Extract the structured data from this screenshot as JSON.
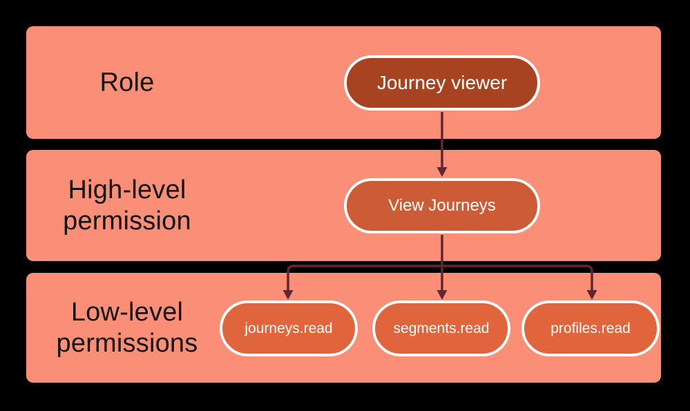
{
  "colors": {
    "background": "#000000",
    "band": "#fb8e76",
    "band_text": "#131313",
    "role_node_fill": "#a74320",
    "high_node_fill": "#cd5b35",
    "low_node_fill": "#e0653c",
    "node_border": "#ffffff",
    "node_text": "#ffffff",
    "arrow": "#632630"
  },
  "bands": [
    {
      "label": "Role",
      "lines": [
        "Role"
      ],
      "node": {
        "label": "Journey viewer"
      }
    },
    {
      "label": "High-level permission",
      "lines": [
        "High-level",
        "permission"
      ],
      "node": {
        "label": "View Journeys"
      }
    },
    {
      "label": "Low-level permissions",
      "lines": [
        "Low-level",
        "permissions"
      ],
      "nodes": [
        {
          "label": "journeys.read"
        },
        {
          "label": "segments.read"
        },
        {
          "label": "profiles.read"
        }
      ]
    }
  ]
}
